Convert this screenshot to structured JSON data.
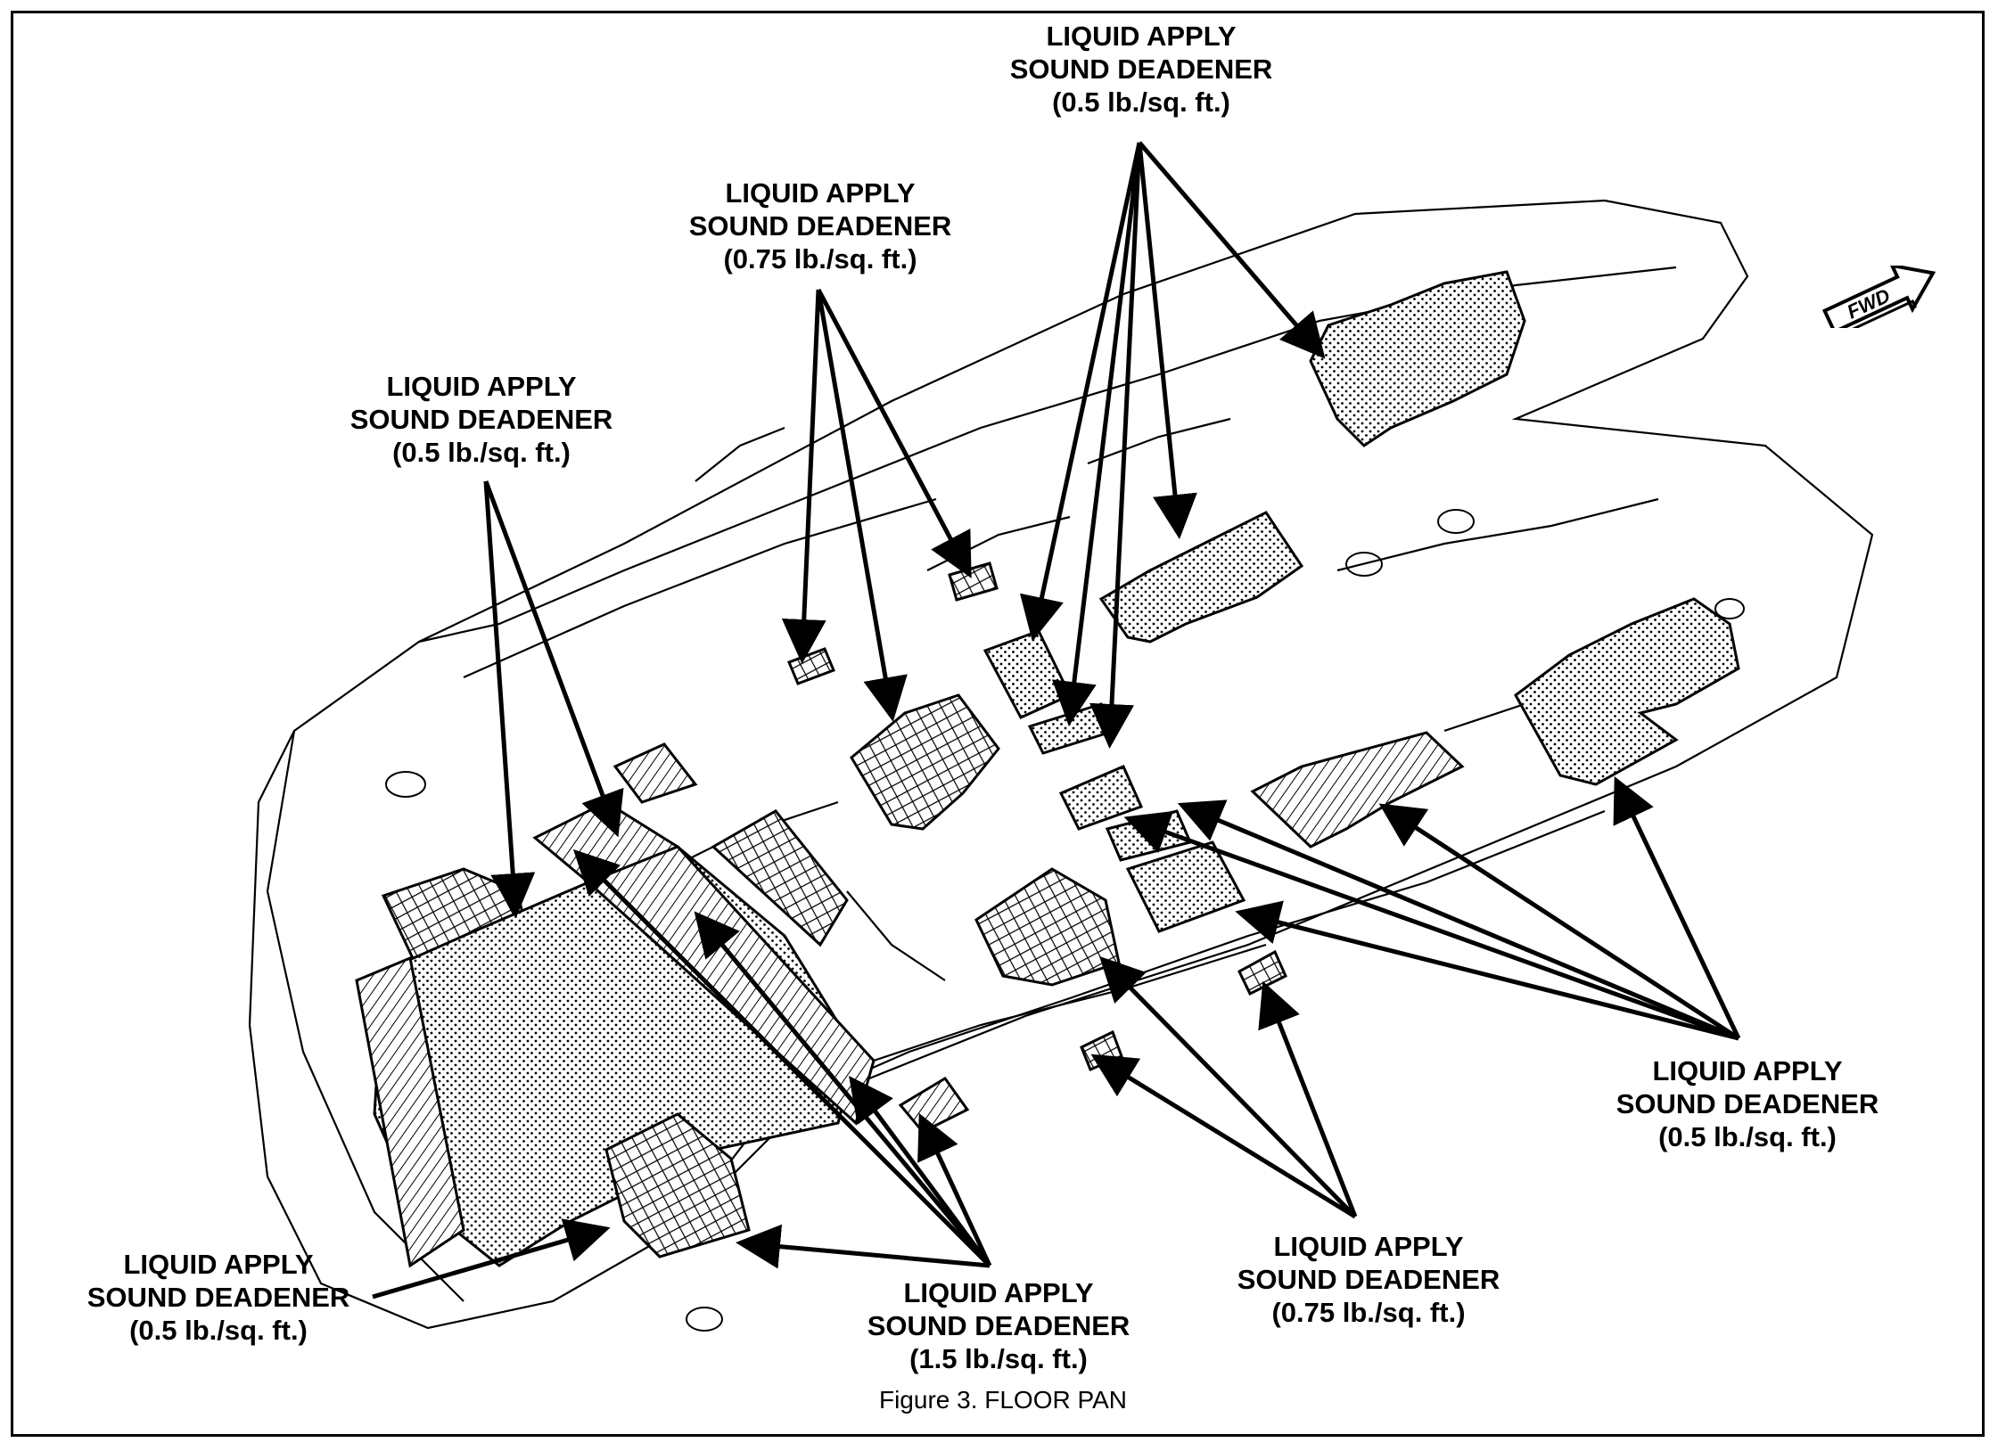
{
  "callouts": {
    "top_center": {
      "line1": "LIQUID APPLY",
      "line2": "SOUND DEADENER",
      "line3": "(0.5 lb./sq. ft.)"
    },
    "upper_mid": {
      "line1": "LIQUID APPLY",
      "line2": "SOUND DEADENER",
      "line3": "(0.75 lb./sq. ft.)"
    },
    "upper_left": {
      "line1": "LIQUID APPLY",
      "line2": "SOUND DEADENER",
      "line3": "(0.5 lb./sq. ft.)"
    },
    "right": {
      "line1": "LIQUID APPLY",
      "line2": "SOUND DEADENER",
      "line3": "(0.5 lb./sq. ft.)"
    },
    "lower_right_mid": {
      "line1": "LIQUID APPLY",
      "line2": "SOUND DEADENER",
      "line3": "(0.75 lb./sq. ft.)"
    },
    "lower_mid": {
      "line1": "LIQUID APPLY",
      "line2": "SOUND DEADENER",
      "line3": "(1.5 lb./sq. ft.)"
    },
    "lower_left": {
      "line1": "LIQUID APPLY",
      "line2": "SOUND DEADENER",
      "line3": "(0.5 lb./sq. ft.)"
    }
  },
  "direction_label": "FWD",
  "caption": "Figure 3.  FLOOR PAN",
  "colors": {
    "ink": "#000000",
    "paper": "#ffffff"
  }
}
